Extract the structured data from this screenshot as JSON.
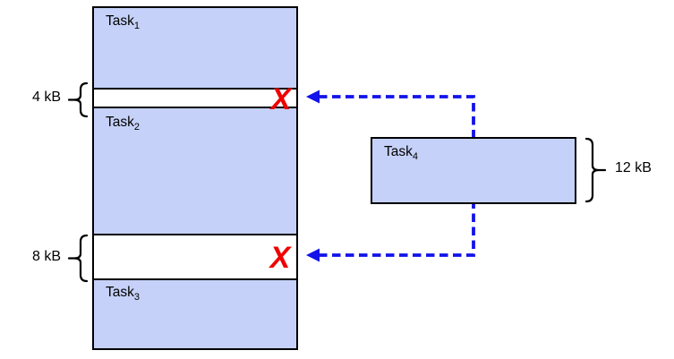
{
  "colors": {
    "task_fill": "#c5d1f8",
    "gap_fill": "#ffffff",
    "outline": "#000000",
    "arrow": "#1212ea",
    "cross": "#ee0000"
  },
  "tasks": {
    "task1": {
      "base": "Task",
      "sub": "1"
    },
    "task2": {
      "base": "Task",
      "sub": "2"
    },
    "task3": {
      "base": "Task",
      "sub": "3"
    },
    "task4": {
      "base": "Task",
      "sub": "4"
    }
  },
  "sizes": {
    "gap1": "4 kB",
    "gap2": "8 kB",
    "task4": "12 kB"
  },
  "cross_glyph": "X"
}
